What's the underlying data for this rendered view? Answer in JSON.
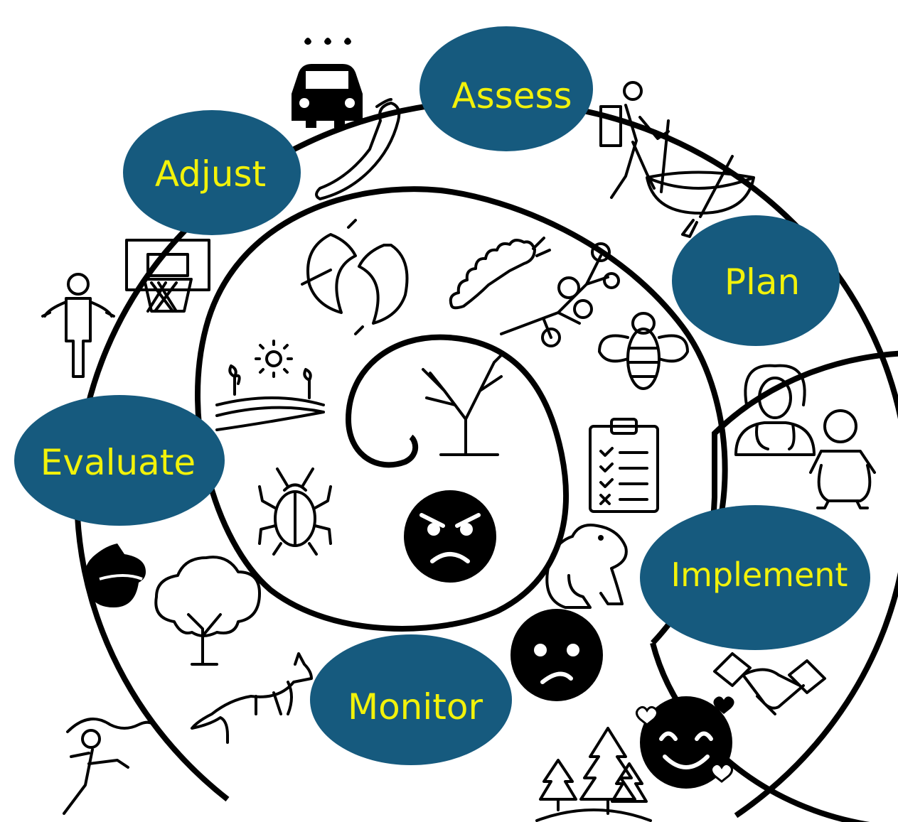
{
  "colors": {
    "stage_fill": "#165a7e",
    "stage_text": "#f2f20a",
    "line": "#000000",
    "background": "#ffffff"
  },
  "stages": [
    {
      "id": "assess",
      "label": "Assess"
    },
    {
      "id": "plan",
      "label": "Plan"
    },
    {
      "id": "implement",
      "label": "Implement"
    },
    {
      "id": "monitor",
      "label": "Monitor"
    },
    {
      "id": "evaluate",
      "label": "Evaluate"
    },
    {
      "id": "adjust",
      "label": "Adjust"
    }
  ],
  "icons": [
    "car-rain-icon",
    "chili-pepper-icon",
    "hiker-icon",
    "canoe-icon",
    "basketball-hoop-icon",
    "shrugging-person-icon",
    "fish-pair-icon",
    "caterpillar-icon",
    "blossom-branch-icon",
    "bee-icon",
    "sun-fields-icon",
    "bare-tree-icon",
    "clipboard-checklist-icon",
    "doctor-icon",
    "baby-icon",
    "beetle-icon",
    "angry-face-icon",
    "frog-icon",
    "acorn-icon",
    "tree-icon",
    "fox-icon",
    "sad-face-icon",
    "handshake-icon",
    "love-face-icon",
    "forest-icon",
    "dancer-icon"
  ]
}
